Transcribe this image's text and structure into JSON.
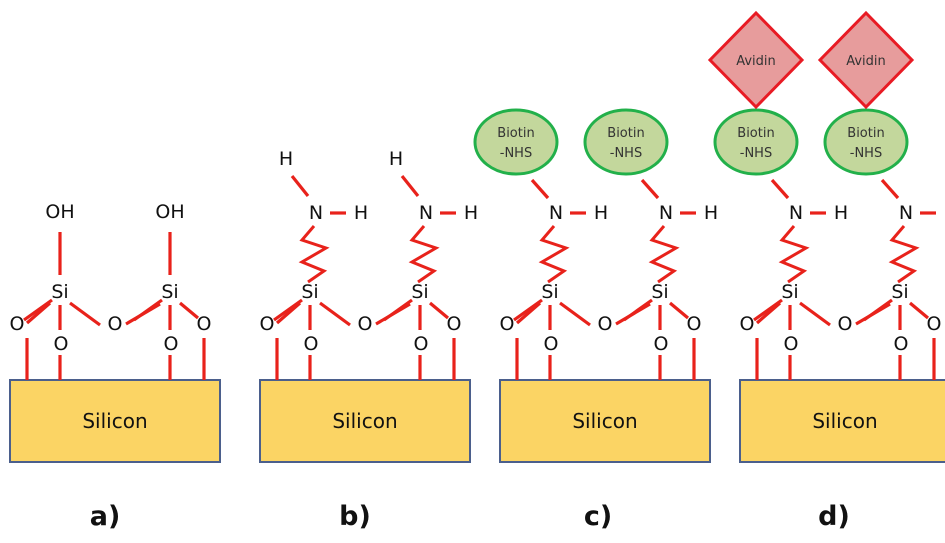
{
  "atoms": {
    "oh": "OH",
    "si": "Si",
    "o": "O",
    "n": "N",
    "h": "H"
  },
  "substrate_label": "Silicon",
  "biotin_line1": "Biotin",
  "biotin_line2": "-NHS",
  "avidin_label": "Avidin",
  "panels": [
    {
      "id": "a",
      "label": "a)",
      "type": "hydroxyl"
    },
    {
      "id": "b",
      "label": "b)",
      "type": "amine"
    },
    {
      "id": "c",
      "label": "c)",
      "type": "biotin"
    },
    {
      "id": "d",
      "label": "d)",
      "type": "avidin"
    }
  ],
  "colors": {
    "bond": "#e8221b",
    "substrate_fill": "#fbd464",
    "substrate_border": "#4b5f8c",
    "biotin_fill": "#c3d79c",
    "biotin_border": "#22b04a",
    "avidin_fill": "#e79c9c",
    "avidin_border": "#e81b24"
  }
}
